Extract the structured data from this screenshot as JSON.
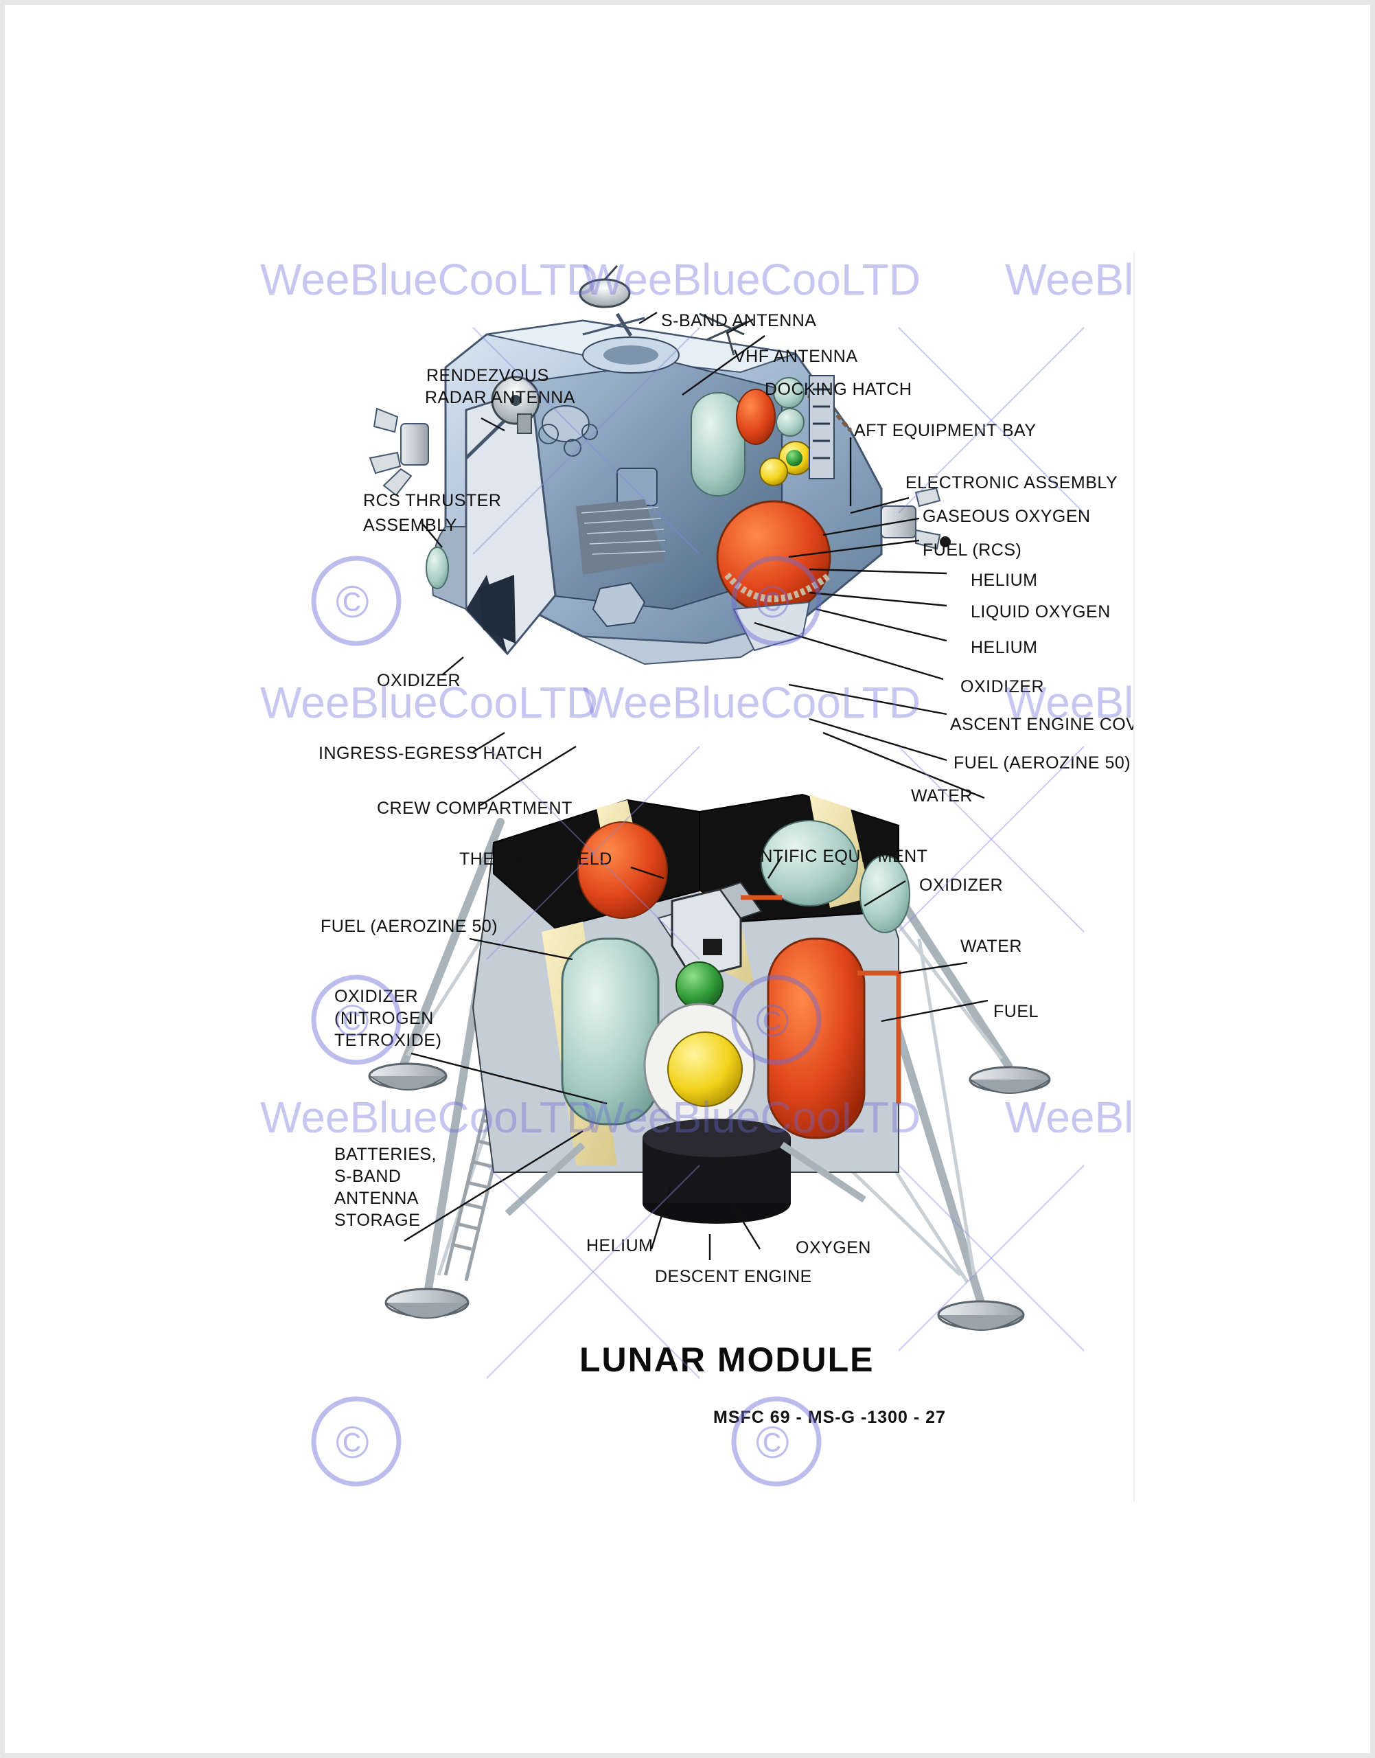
{
  "title": "LUNAR MODULE",
  "code": "MSFC 69 - MS-G -1300 - 27",
  "watermark": {
    "text": "WeeBlueCooLTD",
    "symbol": "©",
    "color": "#6a6ad8"
  },
  "ascent_labels": {
    "s_band_antenna": "S-BAND ANTENNA",
    "vhf_antenna": "VHF ANTENNA",
    "rendezvous_line1": "RENDEZVOUS",
    "rendezvous_line2": "RADAR ANTENNA",
    "docking_hatch": "DOCKING HATCH",
    "aft_equipment_bay": "AFT EQUIPMENT BAY",
    "rcs_line1": "RCS THRUSTER",
    "rcs_line2": "ASSEMBLY",
    "electronic_assembly": "ELECTRONIC ASSEMBLY",
    "gaseous_oxygen": "GASEOUS OXYGEN",
    "fuel_rcs": "FUEL (RCS)",
    "helium_1": "HELIUM",
    "liquid_oxygen": "LIQUID OXYGEN",
    "helium_2": "HELIUM",
    "oxidizer_right": "OXIDIZER",
    "oxidizer_left": "OXIDIZER",
    "ascent_engine_cover": "ASCENT ENGINE COVER",
    "ingress_egress_hatch": "INGRESS-EGRESS HATCH",
    "fuel_aerozine": "FUEL (AEROZINE 50)",
    "crew_compartment": "CREW COMPARTMENT",
    "water": "WATER"
  },
  "descent_labels": {
    "thermal_shield": "THERMAL SHIELD",
    "scientific_equipment": "SCIENTIFIC EQUIPMENT",
    "oxidizer": "OXIDIZER",
    "fuel_aerozine": "FUEL (AEROZINE 50)",
    "water": "WATER",
    "oxidizer_n_line1": "OXIDIZER",
    "oxidizer_n_line2": "(NITROGEN",
    "oxidizer_n_line3": "TETROXIDE)",
    "fuel": "FUEL",
    "batteries_line1": "BATTERIES,",
    "batteries_line2": "S-BAND",
    "batteries_line3": "ANTENNA",
    "batteries_line4": "STORAGE",
    "helium": "HELIUM",
    "oxygen": "OXYGEN",
    "descent_engine": "DESCENT ENGINE"
  }
}
